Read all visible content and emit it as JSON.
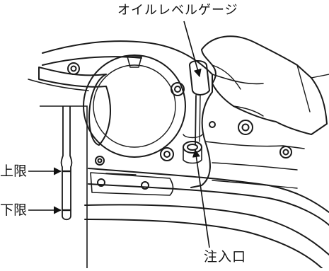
{
  "labels": {
    "oil_level_gauge": "オイルレベルゲージ",
    "upper_limit": "上限",
    "lower_limit": "下限",
    "filler_port": "注入口"
  }
}
